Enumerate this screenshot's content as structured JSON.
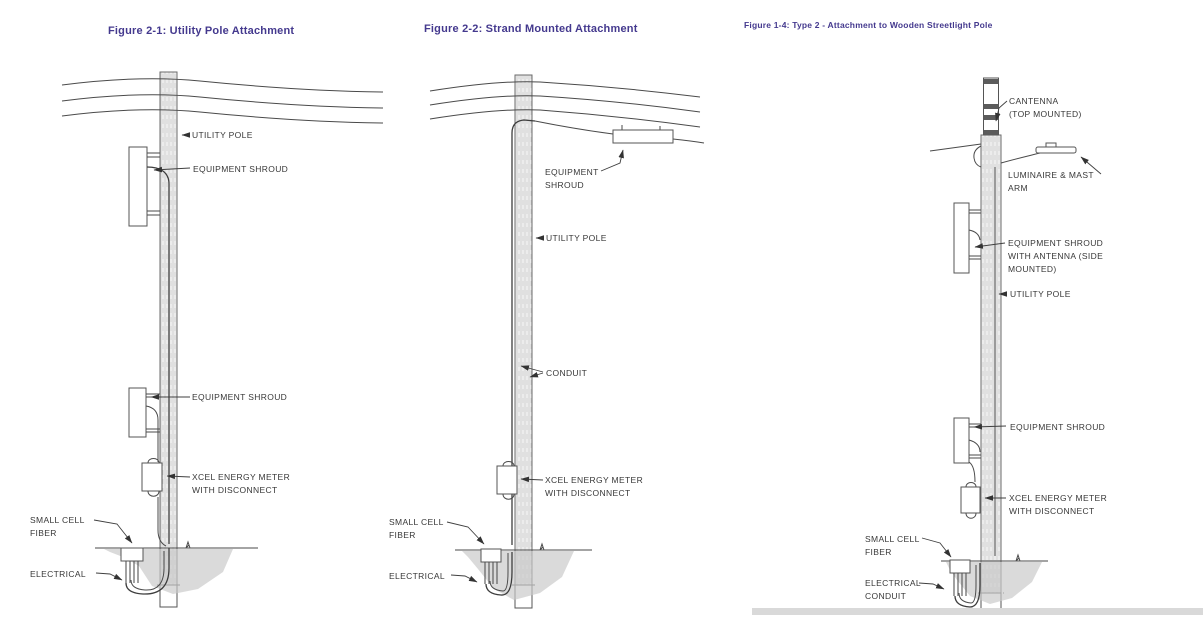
{
  "page": {
    "title_color": "#44398e",
    "line_color": "#4a4a4a",
    "soil_color": "#c8c8c8",
    "bottom_band_color": "#d9d9d9"
  },
  "figures": [
    {
      "title": "Figure 2-1: Utility Pole Attachment",
      "labels": {
        "utility_pole": "UTILITY POLE",
        "equipment_shroud_upper": "EQUIPMENT SHROUD",
        "equipment_shroud_lower": "EQUIPMENT SHROUD",
        "meter_1": "XCEL ENERGY METER",
        "meter_2": "WITH DISCONNECT",
        "fiber_1": "SMALL CELL",
        "fiber_2": "FIBER",
        "electrical": "ELECTRICAL"
      }
    },
    {
      "title": "Figure 2-2: Strand Mounted Attachment",
      "labels": {
        "shroud_1": "EQUIPMENT",
        "shroud_2": "SHROUD",
        "utility_pole": "UTILITY POLE",
        "conduit": "CONDUIT",
        "meter_1": "XCEL ENERGY METER",
        "meter_2": "WITH DISCONNECT",
        "fiber_1": "SMALL CELL",
        "fiber_2": "FIBER",
        "electrical": "ELECTRICAL"
      }
    },
    {
      "title": "Figure 1-4: Type 2 - Attachment to Wooden Streetlight Pole",
      "labels": {
        "cantenna_1": "CANTENNA",
        "cantenna_2": "(TOP MOUNTED)",
        "luminaire_1": "LUMINAIRE & MAST",
        "luminaire_2": "ARM",
        "shroud_antenna_1": "EQUIPMENT SHROUD",
        "shroud_antenna_2": "WITH ANTENNA (SIDE",
        "shroud_antenna_3": "MOUNTED)",
        "utility_pole": "UTILITY POLE",
        "equipment_shroud": "EQUIPMENT SHROUD",
        "meter_1": "XCEL ENERGY METER",
        "meter_2": "WITH DISCONNECT",
        "fiber_1": "SMALL CELL",
        "fiber_2": "FIBER",
        "electrical_1": "ELECTRICAL",
        "electrical_2": "CONDUIT"
      }
    }
  ]
}
